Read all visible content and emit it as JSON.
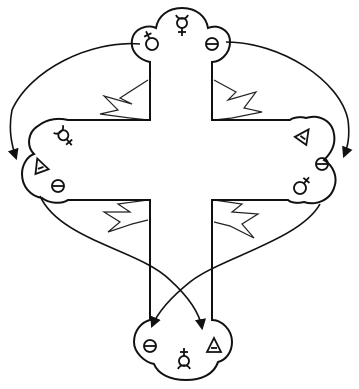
{
  "figure": {
    "kind": "alchemical cross diagram",
    "ink_color": "#111111",
    "paper_color": "#ffffff",
    "symbols": {
      "top": [
        "antimony-symbol",
        "mercury-symbol",
        "salt-symbol"
      ],
      "left": [
        "mercury-symbol",
        "sulphur-triangle-symbol",
        "salt-symbol"
      ],
      "right": [
        "sulphur-triangle-symbol",
        "salt-symbol",
        "antimony-symbol"
      ],
      "bottom": [
        "salt-symbol",
        "mercury-symbol",
        "sulphur-triangle-symbol"
      ]
    },
    "arrows": [
      "top-to-left",
      "top-to-right",
      "left-to-bottom",
      "right-to-bottom"
    ]
  }
}
